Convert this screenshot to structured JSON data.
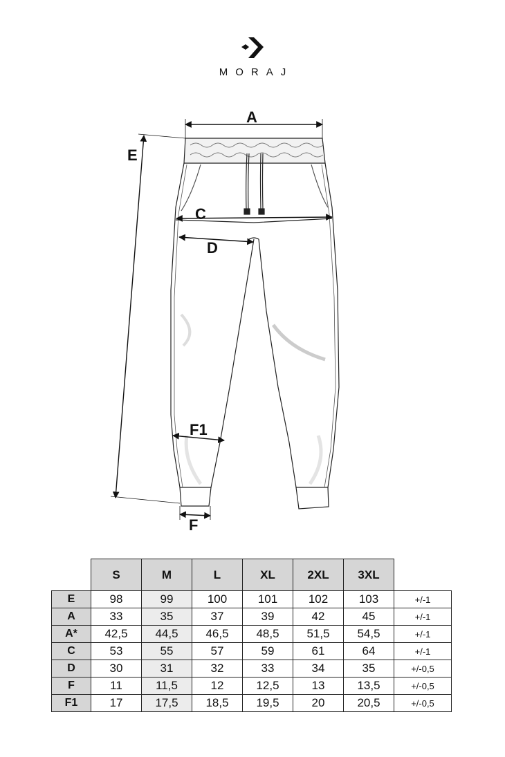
{
  "brand": {
    "name": "MORAJ",
    "logo_icon": "moraj-arrow-logo-icon"
  },
  "diagram": {
    "labels": {
      "A": "A",
      "C": "C",
      "D": "D",
      "E": "E",
      "F1": "F1",
      "F": "F"
    }
  },
  "table": {
    "sizes": [
      "S",
      "M",
      "L",
      "XL",
      "2XL",
      "3XL"
    ],
    "rows": [
      {
        "label": "E",
        "values": [
          "98",
          "99",
          "100",
          "101",
          "102",
          "103"
        ],
        "tolerance": "+/-1"
      },
      {
        "label": "A",
        "values": [
          "33",
          "35",
          "37",
          "39",
          "42",
          "45"
        ],
        "tolerance": "+/-1"
      },
      {
        "label": "A*",
        "values": [
          "42,5",
          "44,5",
          "46,5",
          "48,5",
          "51,5",
          "54,5"
        ],
        "tolerance": "+/-1"
      },
      {
        "label": "C",
        "values": [
          "53",
          "55",
          "57",
          "59",
          "61",
          "64"
        ],
        "tolerance": "+/-1"
      },
      {
        "label": "D",
        "values": [
          "30",
          "31",
          "32",
          "33",
          "34",
          "35"
        ],
        "tolerance": "+/-0,5"
      },
      {
        "label": "F",
        "values": [
          "11",
          "11,5",
          "12",
          "12,5",
          "13",
          "13,5"
        ],
        "tolerance": "+/-0,5"
      },
      {
        "label": "F1",
        "values": [
          "17",
          "17,5",
          "18,5",
          "19,5",
          "20",
          "20,5"
        ],
        "tolerance": "+/-0,5"
      }
    ]
  }
}
